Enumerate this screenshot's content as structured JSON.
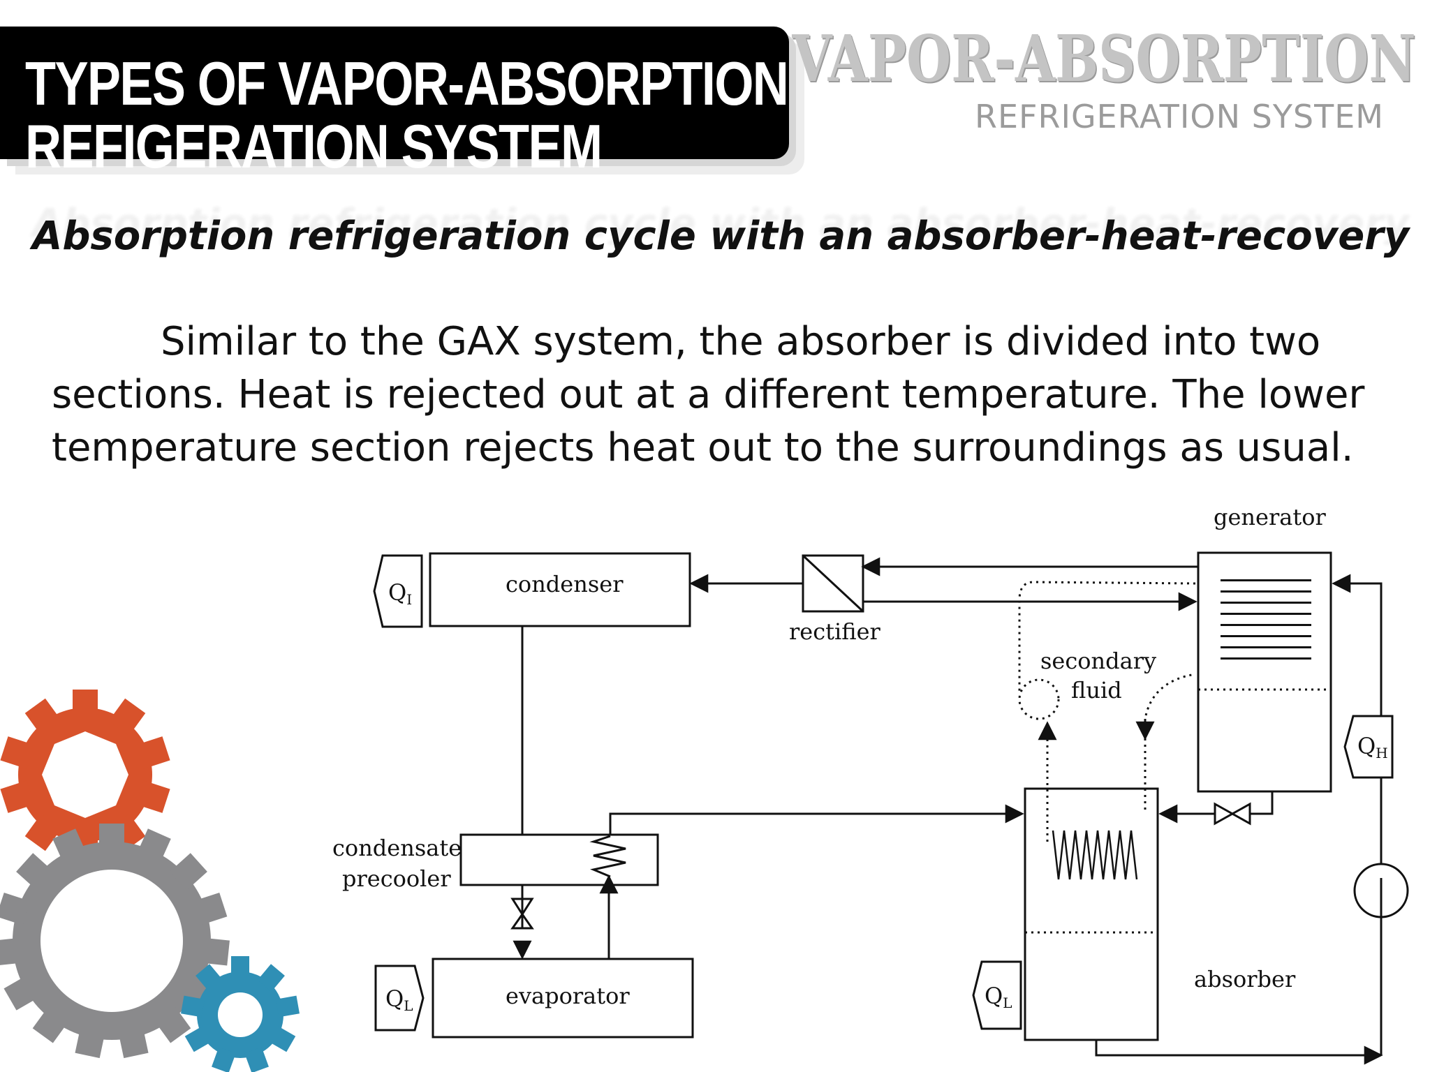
{
  "header": {
    "title_line_1": "TYPES OF VAPOR-ABSORPTION",
    "title_line_2": "REFIGERATION SYSTEM",
    "brand_title": "VAPOR-ABSORPTION",
    "brand_subtitle": "REFRIGERATION SYSTEM"
  },
  "section_heading": "Absorption refrigeration cycle with an absorber-heat-recovery",
  "body_text": "Similar to the GAX system, the absorber is divided into two sections. Heat is rejected out at a different temperature. The lower temperature section rejects heat out to the surroundings as usual.",
  "diagram": {
    "labels": {
      "condenser": "condenser",
      "rectifier": "rectifier",
      "generator": "generator",
      "secondary": "secondary",
      "fluid": "fluid",
      "condensate": "condensate",
      "precooler": "precooler",
      "evaporator": "evaporator",
      "absorber": "absorber"
    },
    "heat": {
      "q_condenser": "Q",
      "q_condenser_sub": "I",
      "q_generator": "Q",
      "q_generator_sub": "H",
      "q_evaporator": "Q",
      "q_evaporator_sub": "L",
      "q_absorber": "Q",
      "q_absorber_sub": "L"
    }
  },
  "colors": {
    "banner": "#000000",
    "gear_orange": "#d8522b",
    "gear_gray": "#8a8a8c",
    "gear_blue": "#2f8fb5",
    "brand_gray": "#c4c4c4"
  }
}
